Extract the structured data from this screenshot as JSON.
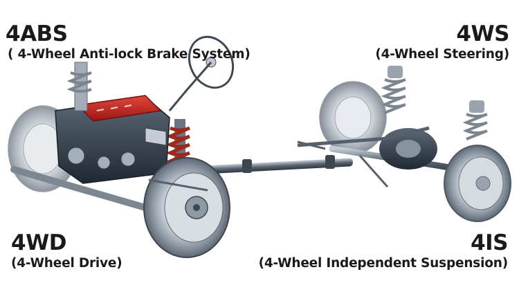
{
  "features": {
    "abs": {
      "code": "4ABS",
      "description": "( 4-Wheel Anti-lock Brake System)"
    },
    "ws": {
      "code": "4WS",
      "description": "(4-Wheel Steering)"
    },
    "wd": {
      "code": "4WD",
      "description": "(4-Wheel Drive)"
    },
    "is": {
      "code": "4IS",
      "description": "(4-Wheel Independent Suspension)"
    }
  },
  "colors": {
    "background": "#ffffff",
    "text": "#1a1a1a",
    "engine_cover": "#c0231e",
    "metal": "#8a94a0",
    "tire": "#b9c0c8"
  },
  "icons": [
    "drivetrain-illustration",
    "engine",
    "steering-wheel",
    "front-wheel",
    "rear-wheel",
    "drive-shaft",
    "coil-spring"
  ]
}
